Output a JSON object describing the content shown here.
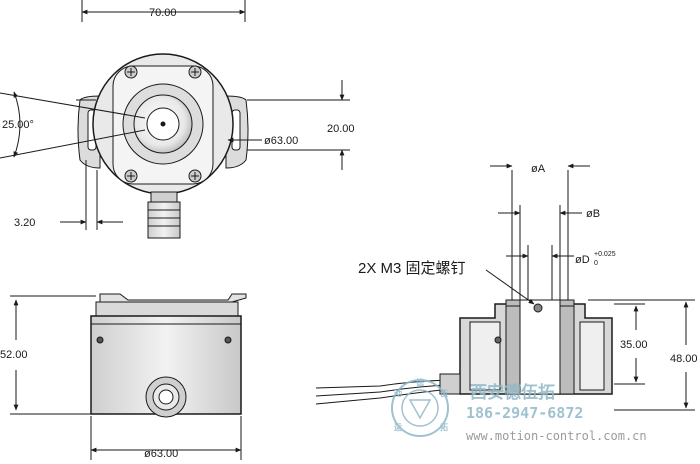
{
  "dimensions": {
    "top_width": "70.00",
    "angle": "25.00°",
    "height_20": "20.00",
    "dia_63_top": "ø63.00",
    "gap_3_20": "3.20",
    "height_52": "52.00",
    "dia_63_bottom": "ø63.00",
    "dia_a": "øA",
    "dia_b": "øB",
    "dia_d": "øD",
    "dia_d_tolerance_upper": "+0.025",
    "dia_d_tolerance_lower": "0",
    "height_35": "35.00",
    "height_48": "48.00"
  },
  "callout": "2X M3 固定螺钉",
  "watermark": {
    "company": "西安德伍拓",
    "phone": "186-2947-6872",
    "url": "www.motion-control.com.cn",
    "seal_chars": [
      "德",
      "伍",
      "拓",
      "运",
      "动"
    ]
  },
  "colors": {
    "line": "#1a1a1a",
    "body_fill": "#e6e6e6",
    "body_dark": "#bdbdbd",
    "watermark": "#8fb8c8"
  }
}
